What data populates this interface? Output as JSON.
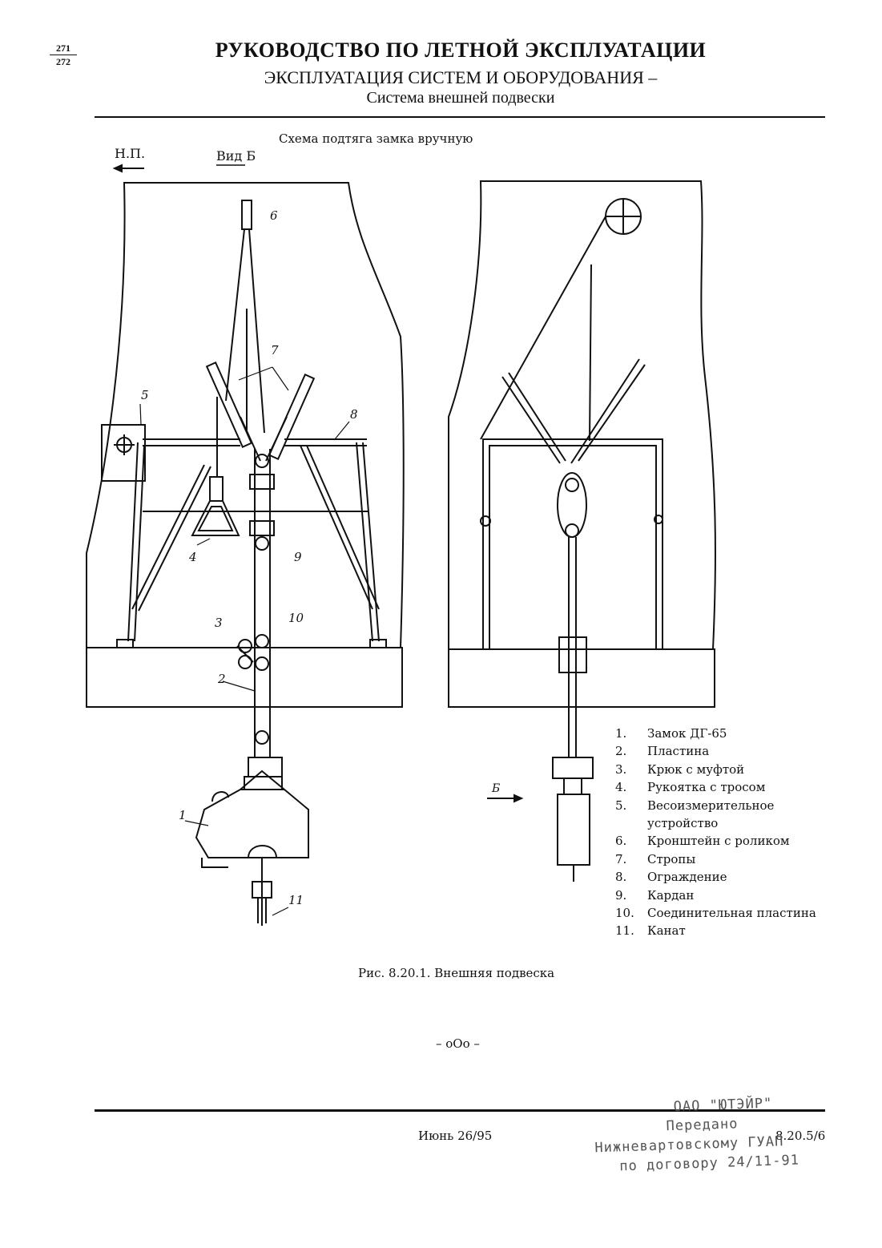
{
  "header": {
    "page_top": "271",
    "page_bottom": "272",
    "title": "РУКОВОДСТВО ПО ЛЕТНОЙ ЭКСПЛУАТАЦИИ",
    "subtitle": "ЭКСПЛУАТАЦИЯ СИСТЕМ И ОБОРУДОВАНИЯ –",
    "section": "Система внешней подвески"
  },
  "diagram": {
    "scheme_title": "Схема подтяга замка вручную",
    "direction_label": "Н.П.",
    "view_label": "Вид Б",
    "view_arrow_label": "Б",
    "callouts": [
      "1",
      "2",
      "3",
      "4",
      "5",
      "6",
      "7",
      "8",
      "9",
      "10",
      "11"
    ]
  },
  "legend": [
    {
      "num": "1.",
      "text": "Замок ДГ-65"
    },
    {
      "num": "2.",
      "text": "Пластина"
    },
    {
      "num": "3.",
      "text": "Крюк с муфтой"
    },
    {
      "num": "4.",
      "text": "Рукоятка с тросом"
    },
    {
      "num": "5.",
      "text": "Весоизмерительное"
    },
    {
      "num": "",
      "text": "устройство"
    },
    {
      "num": "6.",
      "text": "Кронштейн с роликом"
    },
    {
      "num": "7.",
      "text": "Стропы"
    },
    {
      "num": "8.",
      "text": "Ограждение"
    },
    {
      "num": "9.",
      "text": "Кардан"
    },
    {
      "num": "10.",
      "text": "Соединительная пластина"
    },
    {
      "num": "11.",
      "text": "Канат"
    }
  ],
  "figure_caption": "Рис. 8.20.1.  Внешняя подвеска",
  "end_mark": "– оОо –",
  "footer": {
    "date": "Июнь 26/95",
    "code": "8.20.5/6",
    "stamp_lines": [
      "ОАО \"ЮТЭЙР\"",
      "Передано",
      "Нижневартовскому ГУАП",
      "по договору 24/11-91"
    ]
  }
}
